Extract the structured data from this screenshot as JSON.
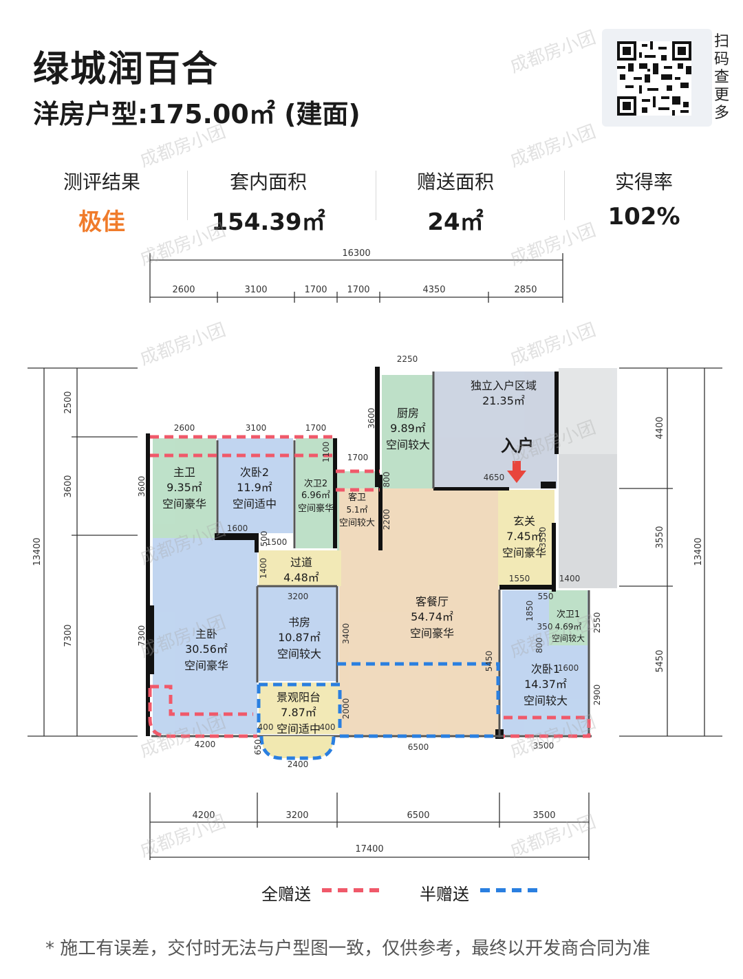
{
  "header": {
    "title": "绿城润百合",
    "subtitle": "洋房户型:175.00㎡ (建面)"
  },
  "qr": {
    "label": "扫码查更多"
  },
  "stats": [
    {
      "label": "测评结果",
      "value": "极佳"
    },
    {
      "label": "套内面积",
      "value": "154.39㎡"
    },
    {
      "label": "赠送面积",
      "value": "24㎡"
    },
    {
      "label": "实得率",
      "value": "102%"
    }
  ],
  "colors": {
    "rating_orange": "#f07b2a",
    "full_gift": "#f0596a",
    "half_gift": "#2a7fe0"
  },
  "watermark": "成都房小团",
  "dimensions": {
    "top_total": "16300",
    "top_segments": [
      "2600",
      "3100",
      "1700",
      "1700",
      "4350",
      "2850"
    ],
    "bottom_total": "17400",
    "bottom_segments": [
      "4200",
      "3200",
      "6500",
      "3500"
    ],
    "left_total": "13400",
    "left_segments": [
      "2500",
      "3600",
      "7300"
    ],
    "right_total": "13400",
    "right_segments": [
      "4400",
      "3550",
      "5450"
    ],
    "inner": {
      "d2250": "2250",
      "d2600": "2600",
      "d3100": "3100",
      "d1700a": "1700",
      "d1700b": "1700",
      "d3600a": "3600",
      "d1100": "1100",
      "d800a": "800",
      "d4650": "4650",
      "d3600b": "3600",
      "d2200": "2200",
      "d1600a": "1600",
      "d500": "500",
      "d1500": "1500",
      "d1400a": "1400",
      "d3550": "3550",
      "d1550": "1550",
      "d1400b": "1400",
      "d3200": "3200",
      "d550": "550",
      "d1850": "1850",
      "d350": "350",
      "d2550": "2550",
      "d800b": "800",
      "d1600b": "1600",
      "d7300": "7300",
      "d3400": "3400",
      "d5450": "5450",
      "d2900": "2900",
      "d2000": "2000",
      "d400a": "400",
      "d400b": "400",
      "d4200": "4200",
      "d650": "650",
      "d2400": "2400",
      "d6500": "6500",
      "d3500": "3500"
    }
  },
  "rooms": {
    "master_bath": {
      "name": "主卫",
      "area": "9.35㎡",
      "note": "空间豪华"
    },
    "bedroom2": {
      "name": "次卧2",
      "area": "11.9㎡",
      "note": "空间适中"
    },
    "bath2": {
      "name": "次卫2",
      "area": "6.96㎡",
      "note": "空间豪华"
    },
    "guest_bath": {
      "name": "客卫",
      "area": "5.1㎡",
      "note": "空间较大"
    },
    "kitchen": {
      "name": "厨房",
      "area": "9.89㎡",
      "note": "空间较大"
    },
    "entry_zone": {
      "name": "独立入户区域",
      "area": "21.35㎡"
    },
    "entrance_label": "入户",
    "foyer": {
      "name": "玄关",
      "area": "7.45㎡",
      "note": "空间豪华"
    },
    "hallway": {
      "name": "过道",
      "area": "4.48㎡"
    },
    "master_bedroom": {
      "name": "主卧",
      "area": "30.56㎡",
      "note": "空间豪华"
    },
    "study": {
      "name": "书房",
      "area": "10.87㎡",
      "note": "空间较大"
    },
    "living": {
      "name": "客餐厅",
      "area": "54.74㎡",
      "note": "空间豪华"
    },
    "bath1": {
      "name": "次卫1",
      "area": "4.69㎡",
      "note": "空间较大"
    },
    "bedroom1": {
      "name": "次卧1",
      "area": "14.37㎡",
      "note": "空间较大"
    },
    "balcony": {
      "name": "景观阳台",
      "area": "7.87㎡",
      "note": "空间适中"
    }
  },
  "legend": {
    "full": "全赠送",
    "half": "半赠送"
  },
  "footer": "* 施工有误差，交付时无法与户型图一致，仅供参考，最终以开发商合同为准"
}
